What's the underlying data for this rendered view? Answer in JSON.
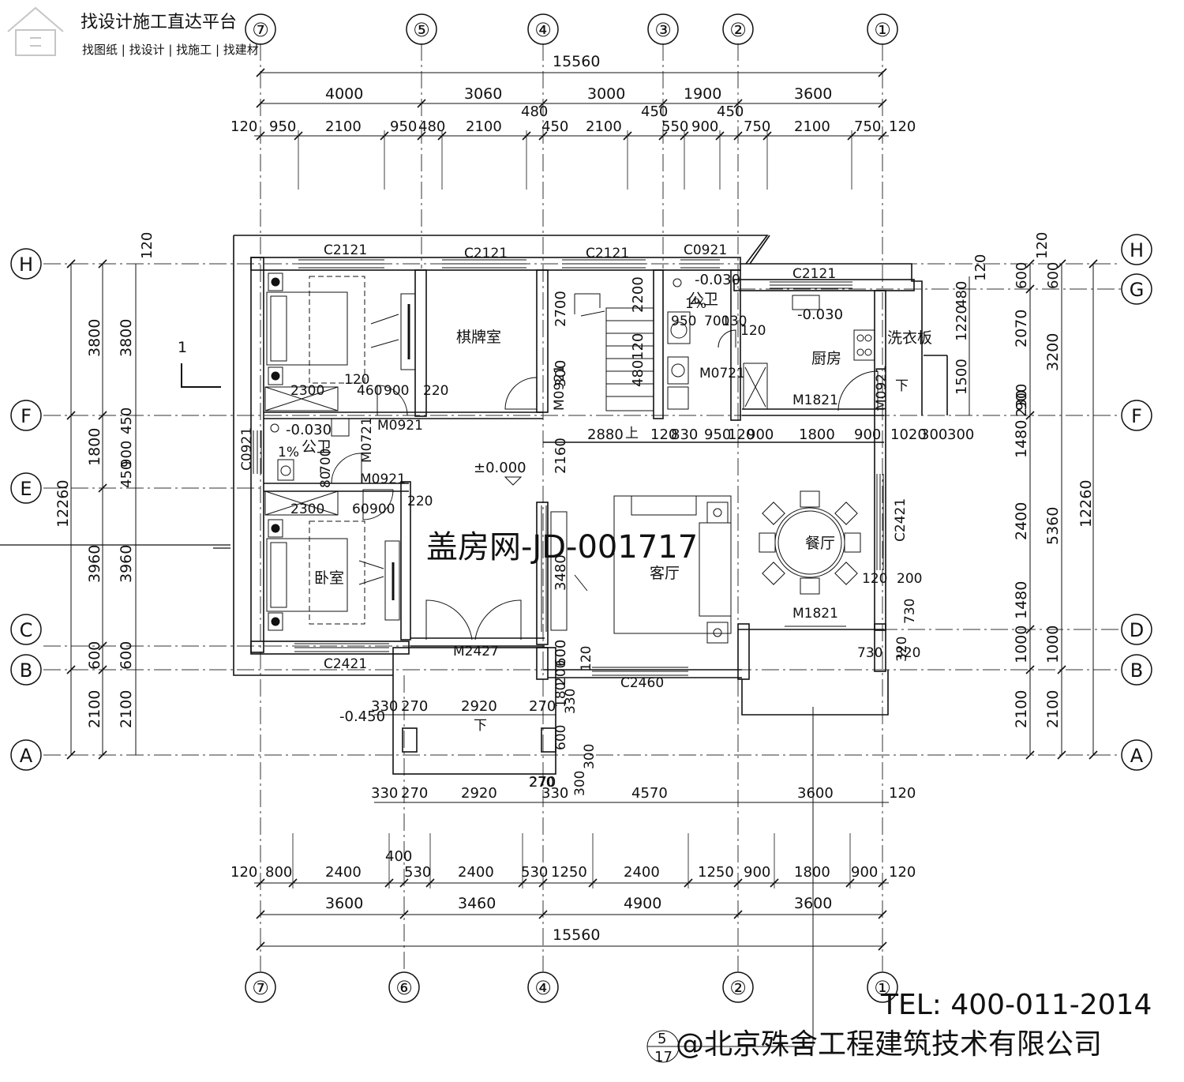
{
  "header": {
    "platform": "找设计施工直达平台",
    "services": "找图纸 | 找设计 | 找施工 | 找建材"
  },
  "watermark": "盖房网-JD-001717",
  "footer": {
    "tel": "TEL: 400-011-2014",
    "company": "@北京殊舍工程建筑技术有限公司"
  },
  "section_mark": {
    "label": "1",
    "detail_num": "5",
    "detail_sheet": "17"
  },
  "axes": {
    "top_vertical": [
      "⑦",
      "⑤",
      "④",
      "③",
      "②",
      "①"
    ],
    "bottom_vertical": [
      "⑦",
      "⑥",
      "④",
      "②",
      "①"
    ],
    "horizontal": [
      "H",
      "G",
      "F",
      "E",
      "C",
      "D",
      "B",
      "A"
    ]
  },
  "dimensions": {
    "top_total": "15560",
    "top_bays": [
      "4000",
      "3060",
      "3000",
      "1900",
      "3600"
    ],
    "top_detail": [
      "120",
      "950",
      "2100",
      "950",
      "480",
      "2100",
      "480",
      "450",
      "2100",
      "450",
      "550",
      "900",
      "450",
      "750",
      "2100",
      "750",
      "120"
    ],
    "bottom_total": "15560",
    "bottom_bays": [
      "3600",
      "3460",
      "4900",
      "3600"
    ],
    "bottom_detail": [
      "120",
      "800",
      "2400",
      "400",
      "530",
      "2400",
      "530",
      "1250",
      "2400",
      "1250",
      "900",
      "1800",
      "900",
      "120"
    ],
    "bottom_porch": [
      "330",
      "270",
      "2920",
      "270",
      "330",
      "4570",
      "3600",
      "120"
    ],
    "left_outer": [
      "3800",
      "1800",
      "12260",
      "3960",
      "600",
      "2100"
    ],
    "left_inner": [
      "3800",
      "450",
      "900",
      "450",
      "3960",
      "600",
      "2100"
    ],
    "right_inner": [
      "120",
      "600",
      "2070",
      "900",
      "1480",
      "2400",
      "1480",
      "1000",
      "2100"
    ],
    "right_mid": [
      "600",
      "3200",
      "5360",
      "1000",
      "2100"
    ],
    "right_outer": [
      "12260"
    ],
    "right_small": [
      "120",
      "480",
      "1220",
      "1500",
      "230"
    ],
    "interior": [
      "2880",
      "120",
      "830",
      "950",
      "120",
      "900",
      "1800",
      "900",
      "1020",
      "300",
      "300",
      "2160",
      "2700",
      "2200",
      "480",
      "120",
      "300",
      "700",
      "130",
      "120",
      "950",
      "460",
      "900",
      "220",
      "2300",
      "2300",
      "120",
      "700",
      "80",
      "60",
      "900",
      "220",
      "3480",
      "600",
      "200",
      "180",
      "330",
      "600",
      "300",
      "300",
      "270",
      "120",
      "200",
      "730",
      "730",
      "320",
      "320",
      "120",
      "120"
    ]
  },
  "rooms": {
    "chess_room": "棋牌室",
    "kitchen": "厨房",
    "laundry": "洗衣板",
    "dining": "餐厅",
    "living": "客厅",
    "bedroom": "卧室",
    "toilet_top": "公卫",
    "toilet_left": "公卫"
  },
  "levels": {
    "ground": "±0.000",
    "toilet_top": "-0.030",
    "kitchen": "-0.030",
    "toilet_left": "-0.030",
    "outside": "-0.450",
    "slope_top": "1%",
    "slope_left": "1%"
  },
  "openings": {
    "windows": [
      "C2121",
      "C2121",
      "C2121",
      "C0921",
      "C2121",
      "C0921",
      "C2421",
      "C2421",
      "C2460"
    ],
    "doors": [
      "M0921",
      "M0921",
      "M0721",
      "M0721",
      "M0921",
      "M0921",
      "M1821",
      "M1821",
      "M2427"
    ]
  },
  "stair_labels": {
    "up": "上",
    "down": "下"
  }
}
